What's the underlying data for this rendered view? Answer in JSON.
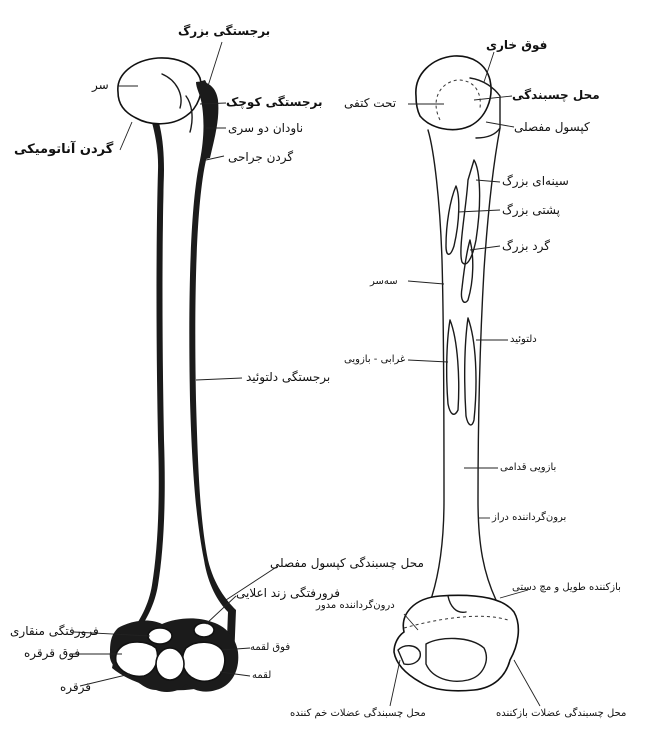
{
  "diagram": {
    "anterior_view": {
      "labels": {
        "greater_tubercle": "برجستگی بزرگ",
        "head": "سر",
        "lesser_tubercle": "برجستگی کوچک",
        "bicipital_groove": "ناودان دو سری",
        "anatomical_neck": "گردن آناتومیکی",
        "surgical_neck": "گردن جراحی",
        "deltoid_tuberosity": "برجستگی دلتوئید",
        "capsule_attachment": "محل چسبندگی کپسول مفصلی",
        "radial_fossa": "فرورفتگی زند اعلایی",
        "coronoid_fossa": "فرورفتگی منقاری",
        "above_trochlea": "فوق قرقره",
        "trochlea": "قرقره",
        "above_capitulum": "فوق لقمه",
        "capitulum": "لقمه"
      }
    },
    "posterior_view": {
      "labels": {
        "supraspinatus": "فوق خاری",
        "subscapularis": "تحت کتفی",
        "attachment": "محل چسبندگی",
        "joint_capsule": "کپسول مفصلی",
        "pectoralis_major": "سینه‌ای بزرگ",
        "latissimus_dorsi": "پشتی بزرگ",
        "teres_major": "گرد بزرگ",
        "triceps": "سه‌سر",
        "deltoid": "دلتوئید",
        "coracobrachialis": "غرابی - بازویی",
        "brachialis": "بازویی قدامی",
        "brachioradialis": "برون‌گرداننده دراز",
        "extensor_carpi": "بازکننده طویل و مچ دستی",
        "pronator_teres": "درون‌گرداننده مدور",
        "flexor_attachment": "محل چسبندگی عضلات خم کننده",
        "extensor_attachment": "محل چسبندگی عضلات بازکننده"
      }
    }
  }
}
